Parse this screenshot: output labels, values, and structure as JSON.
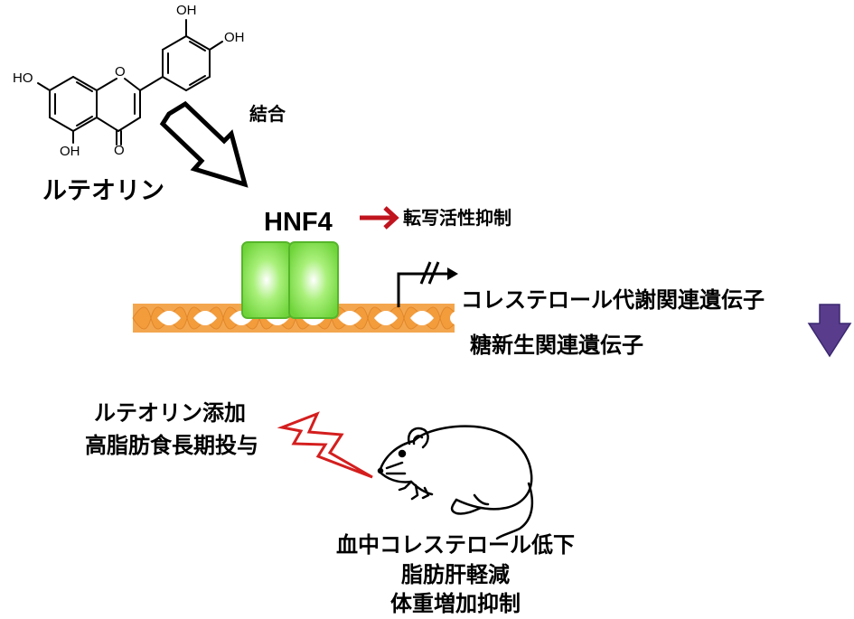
{
  "molecule": {
    "name": "ルテオリン",
    "groups": {
      "oh_top": "OH",
      "oh_right": "OH",
      "ho_left": "HO",
      "oh_bottom": "OH",
      "ring_oxygen": "O",
      "carbonyl_oxygen": "O"
    }
  },
  "binding_label": "結合",
  "protein": {
    "name": "HNF4",
    "effect": "転写活性抑制"
  },
  "target_genes": {
    "line1": "コレステロール代謝関連遺伝子",
    "line2": "糖新生関連遺伝子"
  },
  "treatment": {
    "line1": "ルテオリン添加",
    "line2": "高脂肪食長期投与"
  },
  "outcomes": [
    "血中コレステロール低下",
    "脂肪肝軽減",
    "体重増加抑制"
  ],
  "colors": {
    "dna": "#F39C3C",
    "protein_fill": "#7CDF3C",
    "protein_edge": "#55B52A",
    "red_arrow": "#C0141E",
    "lightning": "#D41E1E",
    "down_arrow": "#5A3C8C"
  }
}
